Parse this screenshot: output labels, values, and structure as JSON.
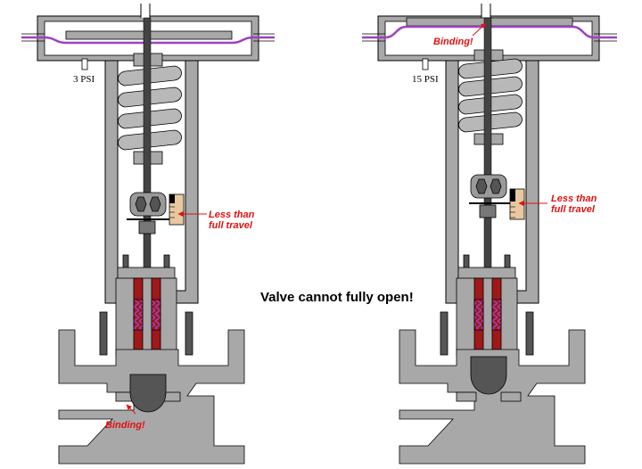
{
  "headline": "Valve cannot fully open!",
  "left_valve": {
    "pressure_label": "3 PSI",
    "travel_note_line1": "Less than",
    "travel_note_line2": "full travel",
    "binding_label": "Binding!"
  },
  "right_valve": {
    "pressure_label": "15 PSI",
    "travel_note_line1": "Less than",
    "travel_note_line2": "full travel",
    "binding_label": "Binding!"
  },
  "colors": {
    "body_gray": "#a8a8a8",
    "stem_dark": "#444444",
    "diaphragm_purple": "#a040c0",
    "packing_red": "#a01818",
    "annotation_red": "#e01010",
    "scale_tan": "#e8c8a0"
  },
  "icons": {
    "stem_connector": "hex-nut-connector",
    "travel_indicator": "scale-ruler"
  }
}
